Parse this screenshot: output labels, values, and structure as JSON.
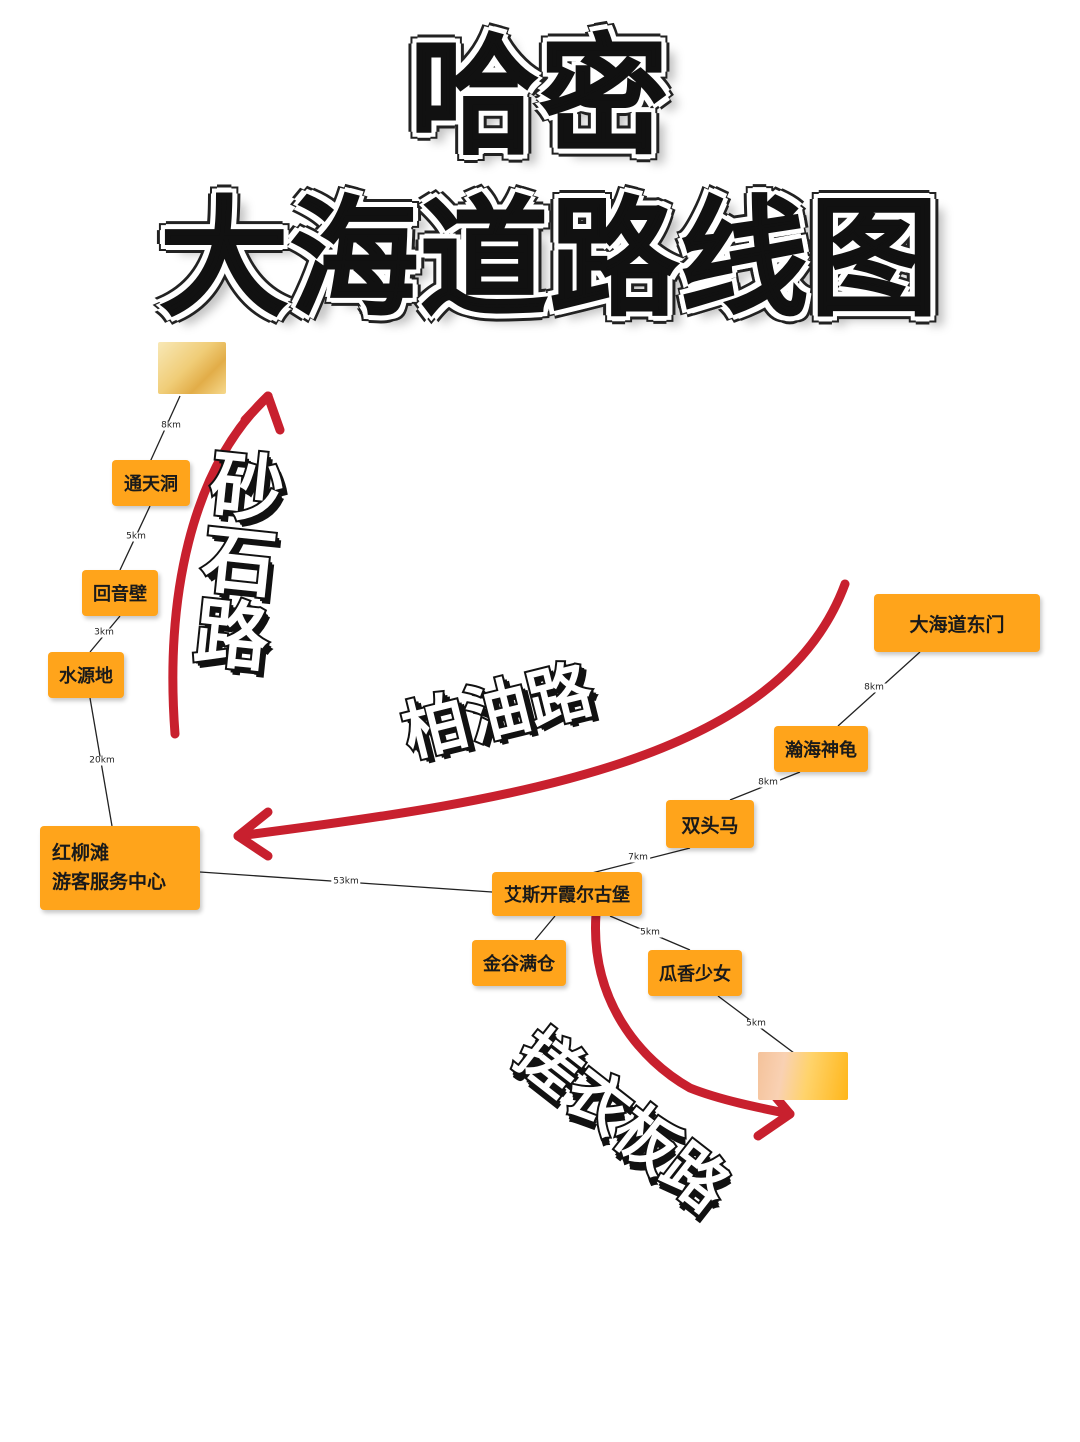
{
  "title": {
    "line1": "哈密",
    "line2": "大海道路线图"
  },
  "road_types": {
    "sand": "砂石路",
    "asphalt": "柏油路",
    "washboard": "搓衣板路"
  },
  "pois": {
    "tongtiandong": "通天洞",
    "huiyinbi": "回音壁",
    "shuiyuandi": "水源地",
    "hongliutan_line1": "红柳滩",
    "hongliutan_line2": "游客服务中心",
    "dahaidao_east_gate": "大海道东门",
    "hanhai_shengui": "瀚海神龟",
    "shuangtouma": "双头马",
    "aisi_castle": "艾斯开霞尔古堡",
    "jingu_mancang": "金谷满仓",
    "guaxiang_shaonv": "瓜香少女"
  },
  "distances": {
    "d_top_tongtian": "8km",
    "d_tongtian_huiyin": "5km",
    "d_huiyin_shuiyuan": "3km",
    "d_shuiyuan_hongliu": "20km",
    "d_hongliu_aisi": "53km",
    "d_east_hanhai": "8km",
    "d_hanhai_shuangtou": "8km",
    "d_shuangtou_aisi": "7km",
    "d_aisi_guaxiang": "5km",
    "d_guaxiang_end": "5km"
  },
  "colors": {
    "poi_box": "#ffa41b",
    "route_arrow": "#c8202e",
    "connector_line": "#222222"
  }
}
